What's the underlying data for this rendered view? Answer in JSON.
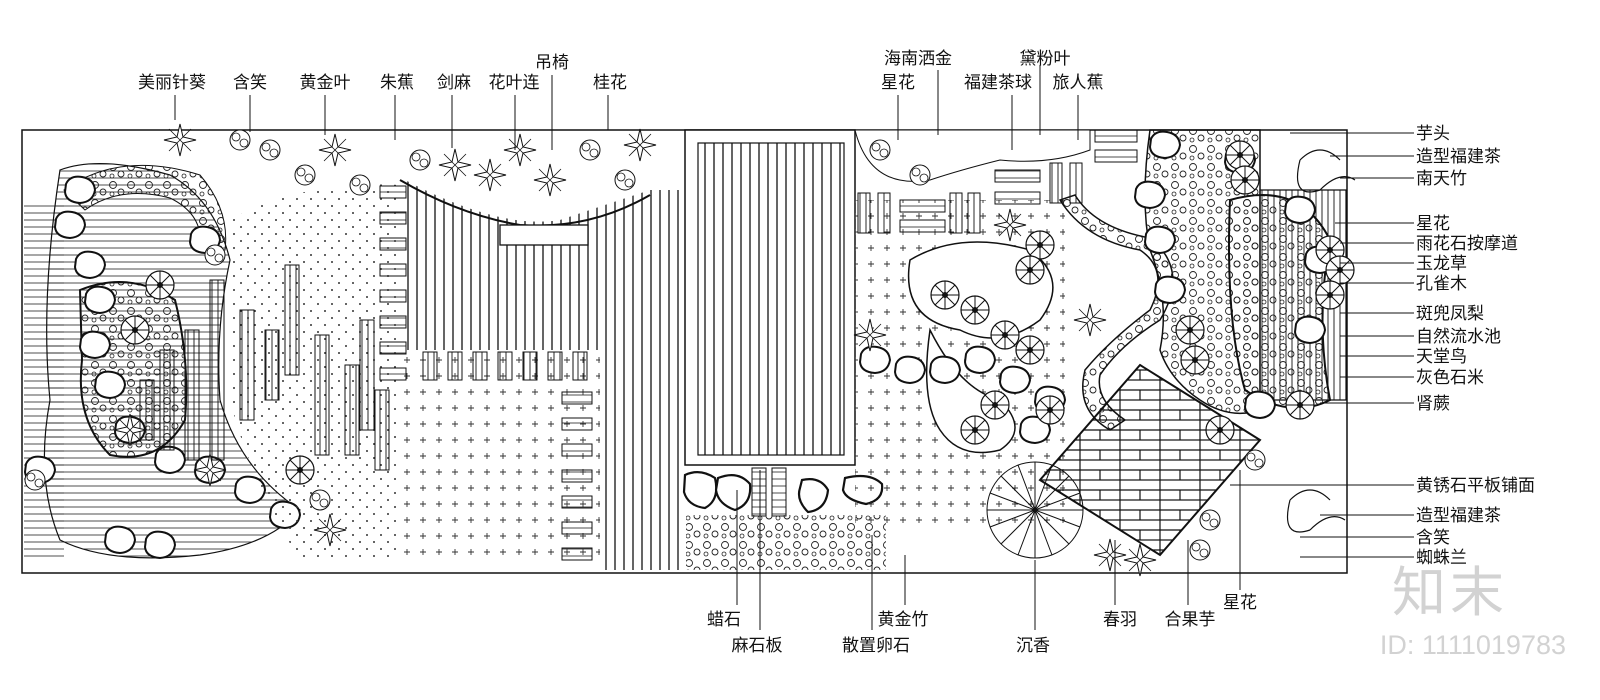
{
  "labels_top": [
    "美丽针葵",
    "含笑",
    "黄金叶",
    "朱蕉",
    "剑麻",
    "花叶连",
    "吊椅",
    "桂花",
    "海南洒金",
    "星花",
    "福建茶球",
    "黛粉叶",
    "旅人蕉"
  ],
  "labels_right": [
    "芋头",
    "造型福建茶",
    "南天竹",
    "星花",
    "雨花石按摩道",
    "玉龙草",
    "孔雀木",
    "斑兜凤梨",
    "自然流水池",
    "天堂鸟",
    "灰色石米",
    "肾蕨",
    "黄锈石平板铺面",
    "造型福建茶",
    "含笑",
    "蜘蛛兰"
  ],
  "labels_bottom": [
    "蜡石",
    "麻石板",
    "黄金竹",
    "散置卵石",
    "沉香",
    "春羽",
    "合果芋",
    "星花"
  ],
  "watermark": {
    "mark": "知末",
    "id": "ID: 1111019783"
  }
}
